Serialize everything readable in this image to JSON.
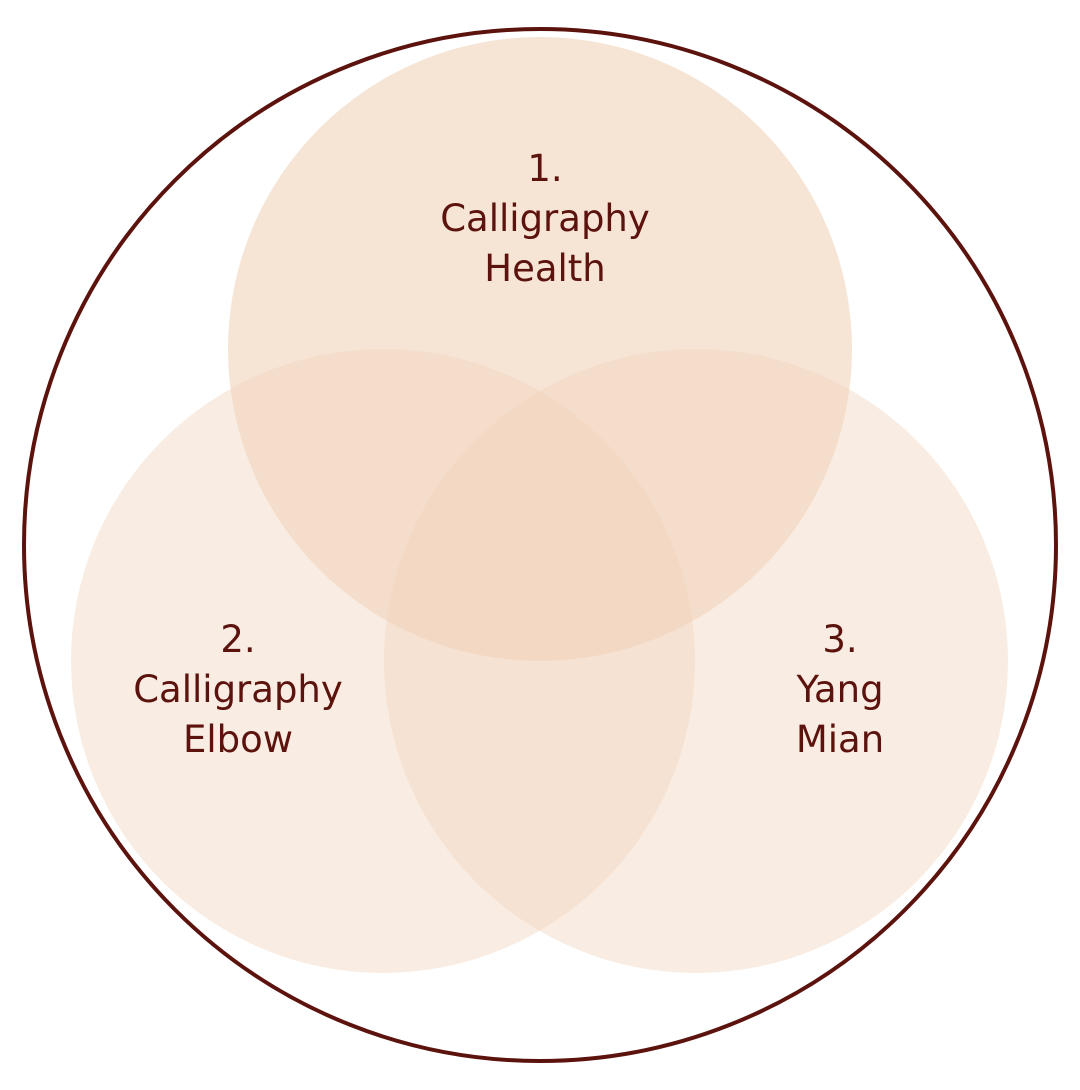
{
  "colors": {
    "outline": "#5c130d",
    "fill": "#f0d4bc",
    "text": "#5c130d"
  },
  "venn": {
    "sets": [
      {
        "number": "1.",
        "line1": "Calligraphy",
        "line2": "Health"
      },
      {
        "number": "2.",
        "line1": "Calligraphy",
        "line2": "Elbow"
      },
      {
        "number": "3.",
        "line1": "Yang",
        "line2": "Mian"
      }
    ]
  }
}
